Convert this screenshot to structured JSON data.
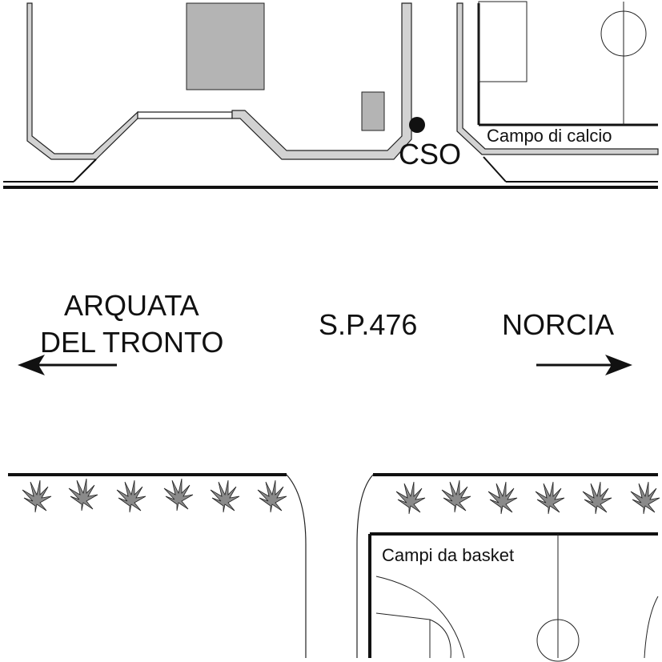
{
  "labels": {
    "cso": "CSO",
    "road": "S.P.476",
    "left_destination_line1": "ARQUATA",
    "left_destination_line2": "DEL TRONTO",
    "right_destination": "NORCIA",
    "football_field": "Campo di calcio",
    "basketball_courts": "Campi da basket"
  },
  "colors": {
    "line": "#111111",
    "building": "#b4b4b4",
    "wall": "#d2d2d2",
    "plant": "#8a8a8a"
  },
  "icons": {
    "cso_marker": "filled-circle",
    "arrow_left": "arrow-left-icon",
    "arrow_right": "arrow-right-icon",
    "plant": "palm-plant-icon"
  }
}
